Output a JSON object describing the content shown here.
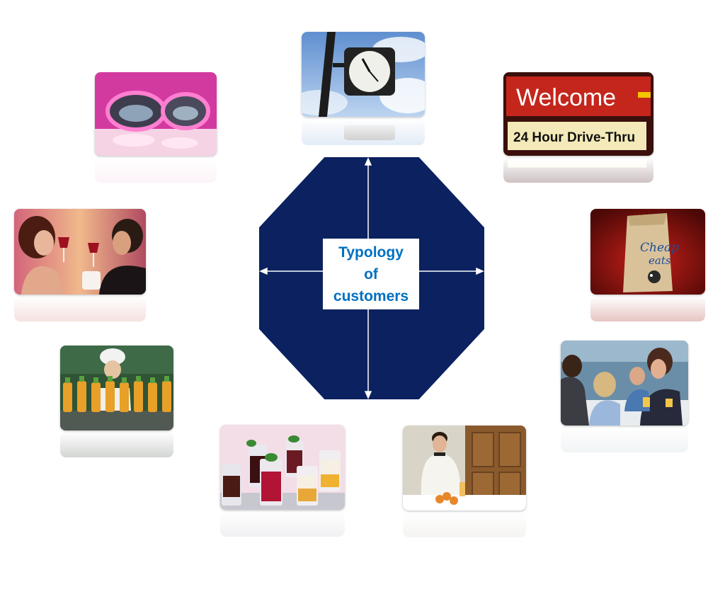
{
  "diagram": {
    "center_label_lines": [
      "Typology",
      "of",
      "customers"
    ],
    "octagon_color": "#0b2160",
    "label_color": "#0070c0",
    "arrow_color": "#ffffff"
  },
  "photos": {
    "clock": {
      "kind": "street clock photo"
    },
    "welcome_sign": {
      "line1": "Welcome",
      "line2": "24 Hour Drive-Thru"
    },
    "cheap_eats_bag": {
      "bag_text_1": "Cheap",
      "bag_text_2": "eats"
    }
  }
}
